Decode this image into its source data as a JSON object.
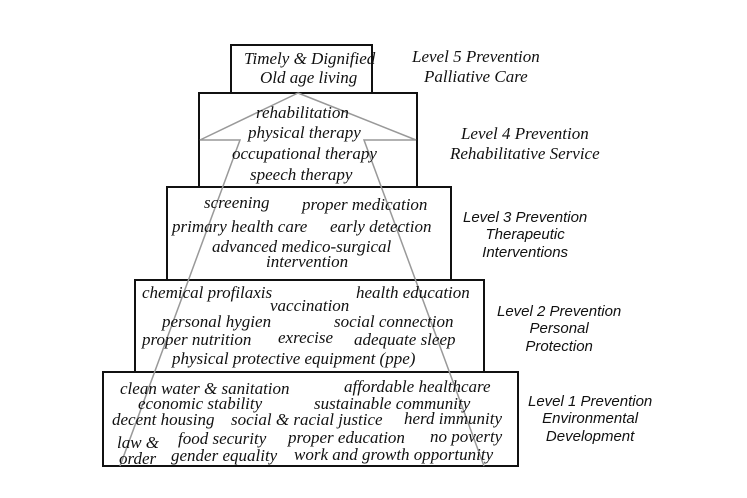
{
  "levels": [
    {
      "label_lines": [
        "Level 5 Prevention",
        "Palliative Care"
      ],
      "items": [
        "Timely & Dignified",
        "Old age living"
      ]
    },
    {
      "label_lines": [
        "Level 4 Prevention",
        "Rehabilitative Service"
      ],
      "items": [
        "rehabilitation",
        "physical therapy",
        "occupational therapy",
        "speech therapy"
      ]
    },
    {
      "label_lines": [
        "Level 3 Prevention",
        "Therapeutic",
        "Interventions"
      ],
      "items": [
        "screening",
        "proper medication",
        "primary health care",
        "early detection",
        "advanced medico-surgical",
        "intervention"
      ]
    },
    {
      "label_lines": [
        "Level 2 Prevention",
        "Personal",
        "Protection"
      ],
      "items": [
        "chemical profilaxis",
        "health education",
        "vaccination",
        "personal hygien",
        "social connection",
        "proper nutrition",
        "exrecise",
        "adequate sleep",
        "physical protective equipment (ppe)"
      ]
    },
    {
      "label_lines": [
        "Level 1 Prevention",
        "Environmental",
        "Development"
      ],
      "items": [
        "clean water & sanitation",
        "affordable healthcare",
        "economic stability",
        "sustainable community",
        "decent housing",
        "social & racial justice",
        "herd immunity",
        "law &",
        "order",
        "food security",
        "proper education",
        "no poverty",
        "gender equality",
        "work and growth opportunity"
      ]
    }
  ],
  "colors": {
    "box_border": "#111111",
    "arrow": "#999999"
  }
}
